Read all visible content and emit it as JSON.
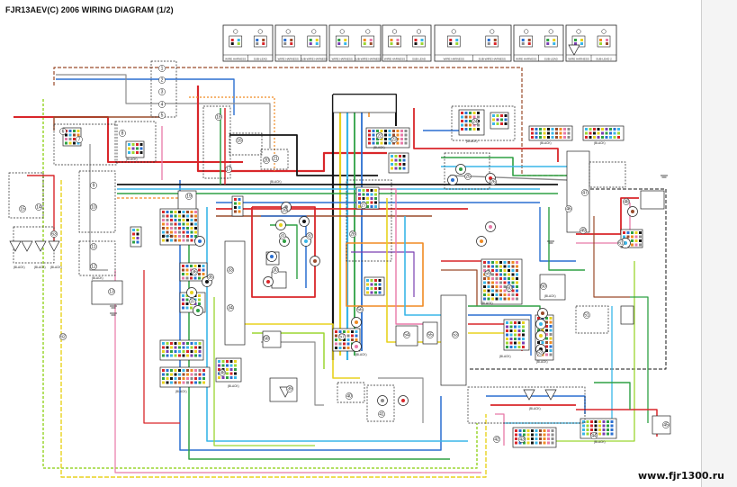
{
  "diagram": {
    "title": "FJR13AEV(C) 2006 WIRING DIAGRAM (1/2)",
    "watermark": "www.fjr1300.ru",
    "legend_labels": [
      "WIRE HARNESS",
      "SUB-LEAD",
      "WIRE HARNESS",
      "SUB-WIRE HARNESS",
      "WIRE HARNESS",
      "SUB-WIRE HARNESS",
      "WIRE HARNESS",
      "SUB-LEAD",
      "WIRE HARNESS",
      "SUB-WIRE HARNESS",
      "WIRE HARNESS",
      "SUB-LEAD",
      "WIRE HARNESS",
      "SUB-LEAD 2"
    ],
    "connector_label": "(BLACK)",
    "wire_colors": {
      "red": "#d9262a",
      "blue": "#2a6fd1",
      "skyblue": "#39b6e8",
      "green": "#2ea043",
      "yellow": "#e8d21e",
      "brown": "#9a4b2a",
      "black": "#141414",
      "gray": "#8c8c8c",
      "orange": "#f08a22",
      "pink": "#e879a8",
      "purple": "#7a3fb1",
      "lime": "#9bd631",
      "white": "#ffffff"
    },
    "brand_colors": {
      "background": "#ffffff",
      "page_edge": "#f4f4f4"
    }
  }
}
